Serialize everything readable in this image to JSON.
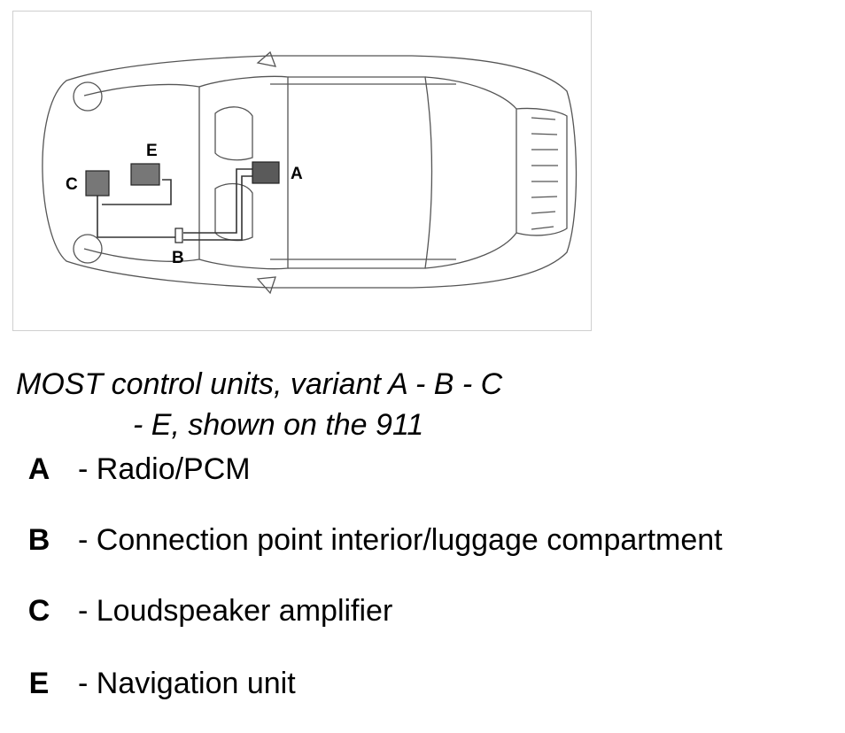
{
  "diagram": {
    "callouts": {
      "a": "A",
      "b": "B",
      "c": "C",
      "e": "E"
    },
    "colors": {
      "module_fill": "#777777",
      "module_fill_dark": "#5a5a5a",
      "outline": "#555555",
      "wire": "#333333"
    }
  },
  "caption": {
    "line1": "MOST control units, variant A - B - C",
    "line2": "- E, shown on the 911"
  },
  "legend": [
    {
      "key": "A",
      "desc": "- Radio/PCM"
    },
    {
      "key": "B",
      "desc": "- Connection point interior/luggage compartment"
    },
    {
      "key": "C",
      "desc": "- Loudspeaker amplifier"
    },
    {
      "key": "E",
      "desc": "- Navigation unit"
    }
  ]
}
